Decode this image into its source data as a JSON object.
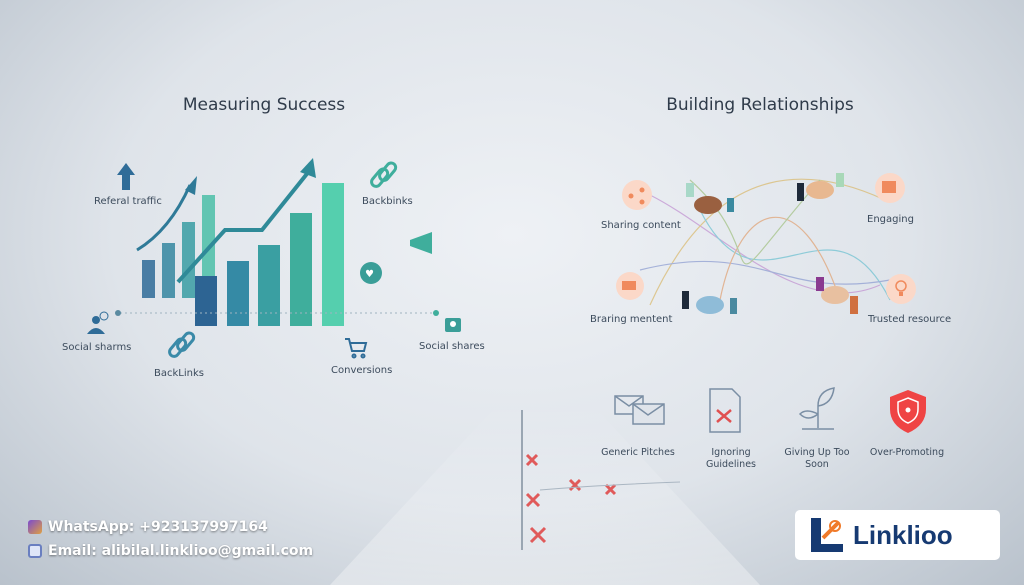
{
  "left": {
    "title": "Measuring Success",
    "labels": {
      "referral": "Referal traffic",
      "backbinks": "Backbinks",
      "social_sharms": "Social sharms",
      "backlinks": "BackLinks",
      "conversions": "Conversions",
      "social_shares": "Social shares"
    }
  },
  "right": {
    "title": "Building Relationships",
    "labels": {
      "sharing": "Sharing content",
      "engaging": "Engaging",
      "braring": "Braring mentent",
      "trusted": "Trusted resource"
    },
    "mistakes": [
      {
        "label": "Generic Pitches"
      },
      {
        "label": "Ignoring Guidelines"
      },
      {
        "label": "Giving Up Too Soon"
      },
      {
        "label": "Over-Promoting"
      }
    ]
  },
  "contact": {
    "whatsapp": "WhatsApp: +923137997164",
    "email": "Email: alibilal.linklioo@gmail.com"
  },
  "logo": {
    "name": "Linklioo"
  },
  "colors": {
    "teal": "#3fae9c",
    "blue": "#2d5f8e",
    "orange": "#f08a5d",
    "red": "#e53935"
  }
}
